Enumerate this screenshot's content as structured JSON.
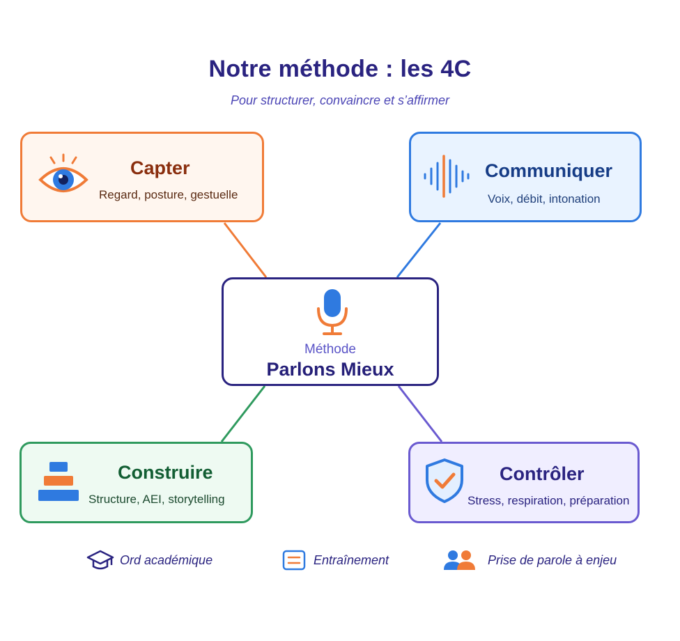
{
  "header": {
    "title": "Notre méthode : les 4C",
    "subtitle": "Pour structurer, convaincre et s’affirmer"
  },
  "center": {
    "label_small": "Méthode",
    "label_main": "Parlons Mieux",
    "icon": "microphone-icon",
    "border_color": "#2a2380"
  },
  "pillars": {
    "capter": {
      "title": "Capter",
      "description": "Regard, posture, gestuelle",
      "icon": "eye-icon",
      "color": "#f07b37"
    },
    "communiquer": {
      "title": "Communiquer",
      "description": "Voix, débit, intonation",
      "icon": "sound-wave-icon",
      "color": "#2f7ae0"
    },
    "construire": {
      "title": "Construire",
      "description": "Structure, AEI, storytelling",
      "icon": "stacked-blocks-icon",
      "color": "#2f9a5e"
    },
    "controler": {
      "title": "Contrôler",
      "description": "Stress, respiration, préparation",
      "icon": "shield-check-icon",
      "color": "#6a5ad0"
    }
  },
  "legend": [
    {
      "label": "Ord académique",
      "icon": "graduation-cap-icon"
    },
    {
      "label": "Entraînement",
      "icon": "list-card-icon"
    },
    {
      "label": "Prise de parole à enjeu",
      "icon": "people-icon"
    }
  ]
}
